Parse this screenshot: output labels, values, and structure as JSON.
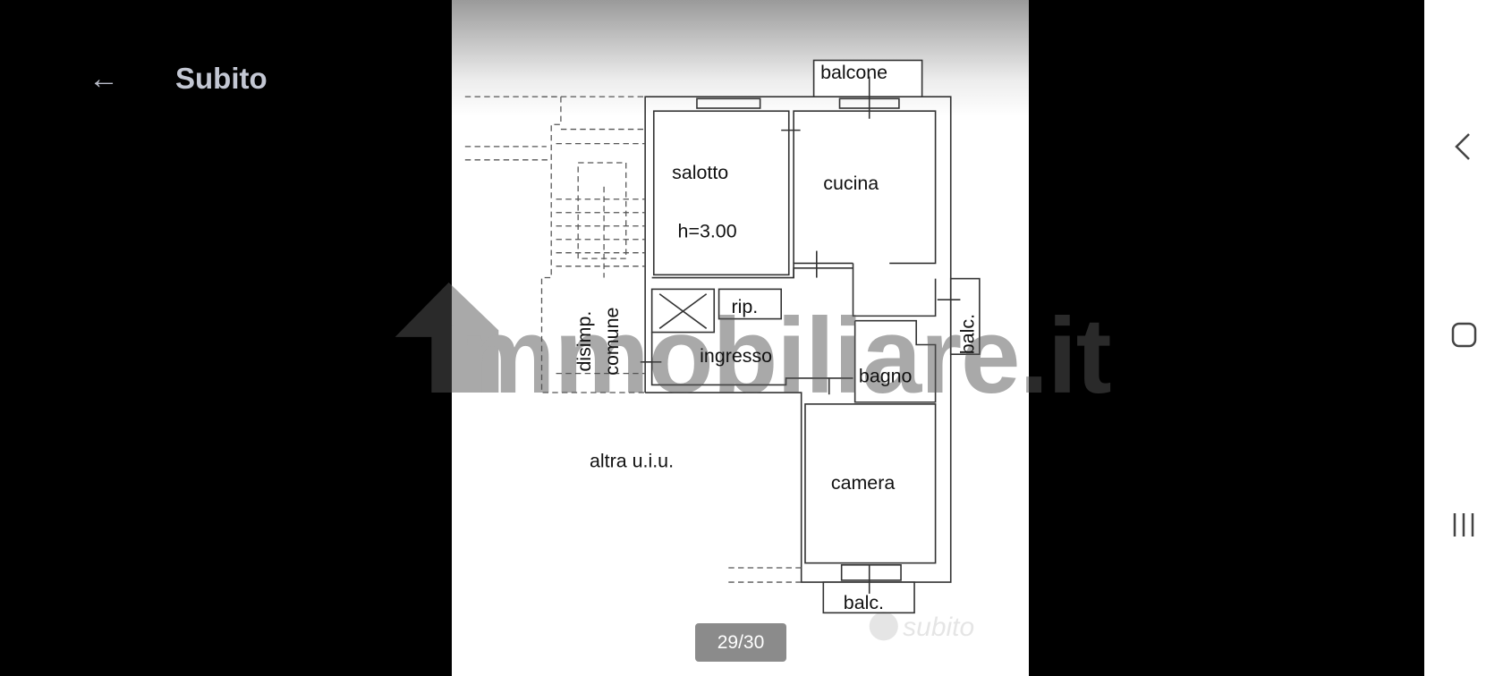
{
  "header": {
    "title": "Subito",
    "back_icon": "arrow-left-icon"
  },
  "floorplan": {
    "labels": {
      "balcone": "balcone",
      "salotto": "salotto",
      "height": "h=3.00",
      "cucina": "cucina",
      "rip": "rip.",
      "disimp": "disimp.",
      "comune": "comune",
      "ingresso": "ingresso",
      "bagno": "bagno",
      "balc_right": "balc.",
      "altra": "altra u.i.u.",
      "camera": "camera",
      "balc_bottom": "balc."
    },
    "watermarks": {
      "immobiliare": "immobiliare.it",
      "subito": "subito"
    }
  },
  "viewer": {
    "counter": "29/30"
  },
  "navbar": {
    "back_icon": "chevron-left-icon",
    "home_icon": "home-square-icon",
    "recents_icon": "recents-icon"
  }
}
